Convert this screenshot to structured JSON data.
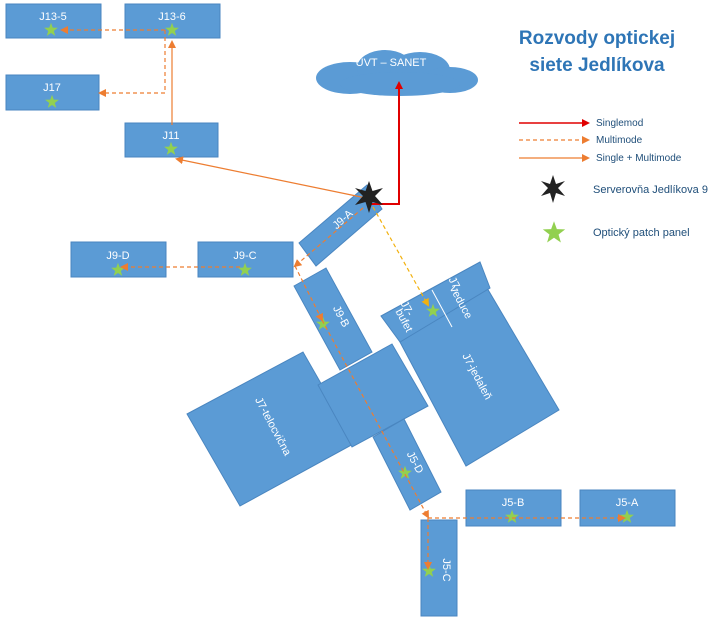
{
  "title_line1": "Rozvody optickej",
  "title_line2": "siete Jedlíkova",
  "cloud_label": "UVT – SANET",
  "buildings": {
    "j13_5": "J13-5",
    "j13_6": "J13-6",
    "j17": "J17",
    "j11": "J11",
    "j9_a": "J9-A",
    "j9_b": "J9-B",
    "j9_c": "J9-C",
    "j9_d": "J9-D",
    "j7_bufet_1": "J7-",
    "j7_bufet_2": "bufet",
    "j7_veduce_1": "J7-",
    "j7_veduce_2": "veduce",
    "j7_jedalen": "J7-jedaleň",
    "j7_telocvicna": "J7-telocvična",
    "j5_a": "J5-A",
    "j5_b": "J5-B",
    "j5_c": "J5-C",
    "j5_d": "J5-D"
  },
  "legend": {
    "singlemod": "Singlemod",
    "multimode": "Multimode",
    "single_multimode": "Single + Multimode",
    "serverovna": "Serverovňa Jedlíkova 9",
    "patch_panel": "Optický patch panel"
  },
  "colors": {
    "building": "#5B9BD5",
    "building_edge": "#4A86C0",
    "singlemod": "#E00000",
    "multimode": "#ED7D31",
    "single_multi": "#ED7D31",
    "yellow_link": "#F2B10F",
    "star_green": "#92D050",
    "title": "#2E75B6"
  }
}
